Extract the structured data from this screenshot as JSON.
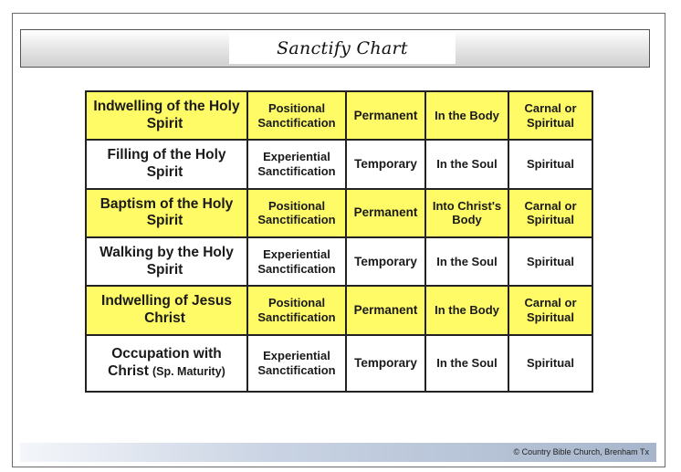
{
  "title": "Sanctify Chart",
  "rows": [
    {
      "style": "yellow",
      "subject": "Indwelling of the Holy Spirit",
      "subject_note": "",
      "sanctification": "Positional Sanctification",
      "duration": "Permanent",
      "location": "In the Body",
      "condition": "Carnal or Spiritual"
    },
    {
      "style": "white",
      "subject": "Filling of the Holy Spirit",
      "subject_note": "",
      "sanctification": "Experiential Sanctification",
      "duration": "Temporary",
      "location": "In the Soul",
      "condition": "Spiritual"
    },
    {
      "style": "yellow",
      "subject": "Baptism of the Holy Spirit",
      "subject_note": "",
      "sanctification": "Positional Sanctification",
      "duration": "Permanent",
      "location": "Into Christ's Body",
      "condition": "Carnal or Spiritual"
    },
    {
      "style": "white",
      "subject": "Walking by the Holy Spirit",
      "subject_note": "",
      "sanctification": "Experiential Sanctification",
      "duration": "Temporary",
      "location": "In the Soul",
      "condition": "Spiritual"
    },
    {
      "style": "yellow",
      "subject": "Indwelling of Jesus Christ",
      "subject_note": "",
      "sanctification": "Positional Sanctification",
      "duration": "Permanent",
      "location": "In the Body",
      "condition": "Carnal or Spiritual"
    },
    {
      "style": "white",
      "subject": "Occupation with Christ",
      "subject_note": "(Sp. Maturity)",
      "sanctification": "Experiential Sanctification",
      "duration": "Temporary",
      "location": "In the Soul",
      "condition": "Spiritual"
    }
  ],
  "footer": {
    "copyright": "© Country Bible Church, Brenham Tx"
  },
  "colors": {
    "highlight": "#fffb66",
    "border": "#222222",
    "footer_gradient_end": "#a7b6cc"
  }
}
